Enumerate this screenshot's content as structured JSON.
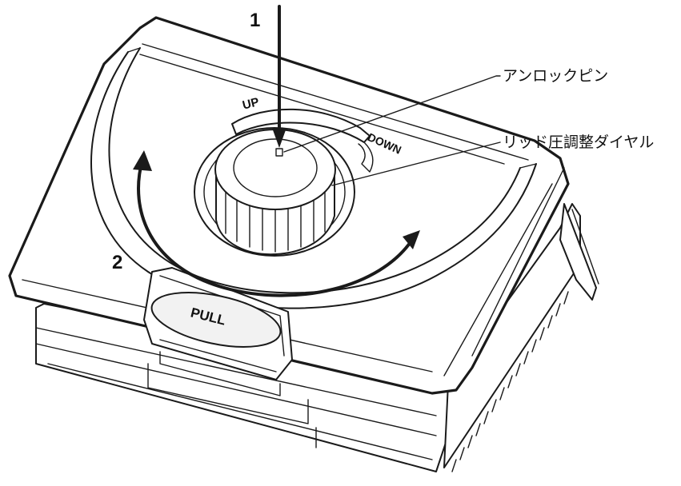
{
  "callouts": {
    "step_one": "1",
    "step_two": "2",
    "unlock_pin": "アンロックピン",
    "lid_pressure_dial": "リッド圧調整ダイヤル"
  },
  "engravings": {
    "up": "UP",
    "down": "DOWN",
    "pull": "PULL"
  }
}
